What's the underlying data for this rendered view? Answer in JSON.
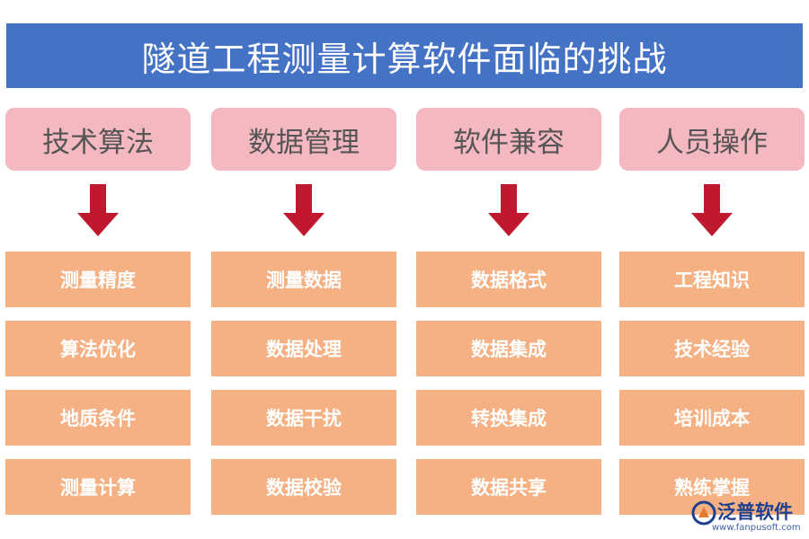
{
  "title": "隧道工程测量计算软件面临的挑战",
  "colors": {
    "title_bg": "#4472c4",
    "header_bg": "#f4b8c1",
    "item_bg": "#f5b183",
    "arrow": "#c0182f"
  },
  "columns": [
    {
      "header": "技术算法",
      "items": [
        "测量精度",
        "算法优化",
        "地质条件",
        "测量计算"
      ]
    },
    {
      "header": "数据管理",
      "items": [
        "测量数据",
        "数据处理",
        "数据干扰",
        "数据校验"
      ]
    },
    {
      "header": "软件兼容",
      "items": [
        "数据格式",
        "数据集成",
        "转换集成",
        "数据共享"
      ]
    },
    {
      "header": "人员操作",
      "items": [
        "工程知识",
        "技术经验",
        "培训成本",
        "熟练掌握"
      ]
    }
  ],
  "logo": {
    "name": "泛普软件",
    "url": "www.fanpusoft.com"
  }
}
